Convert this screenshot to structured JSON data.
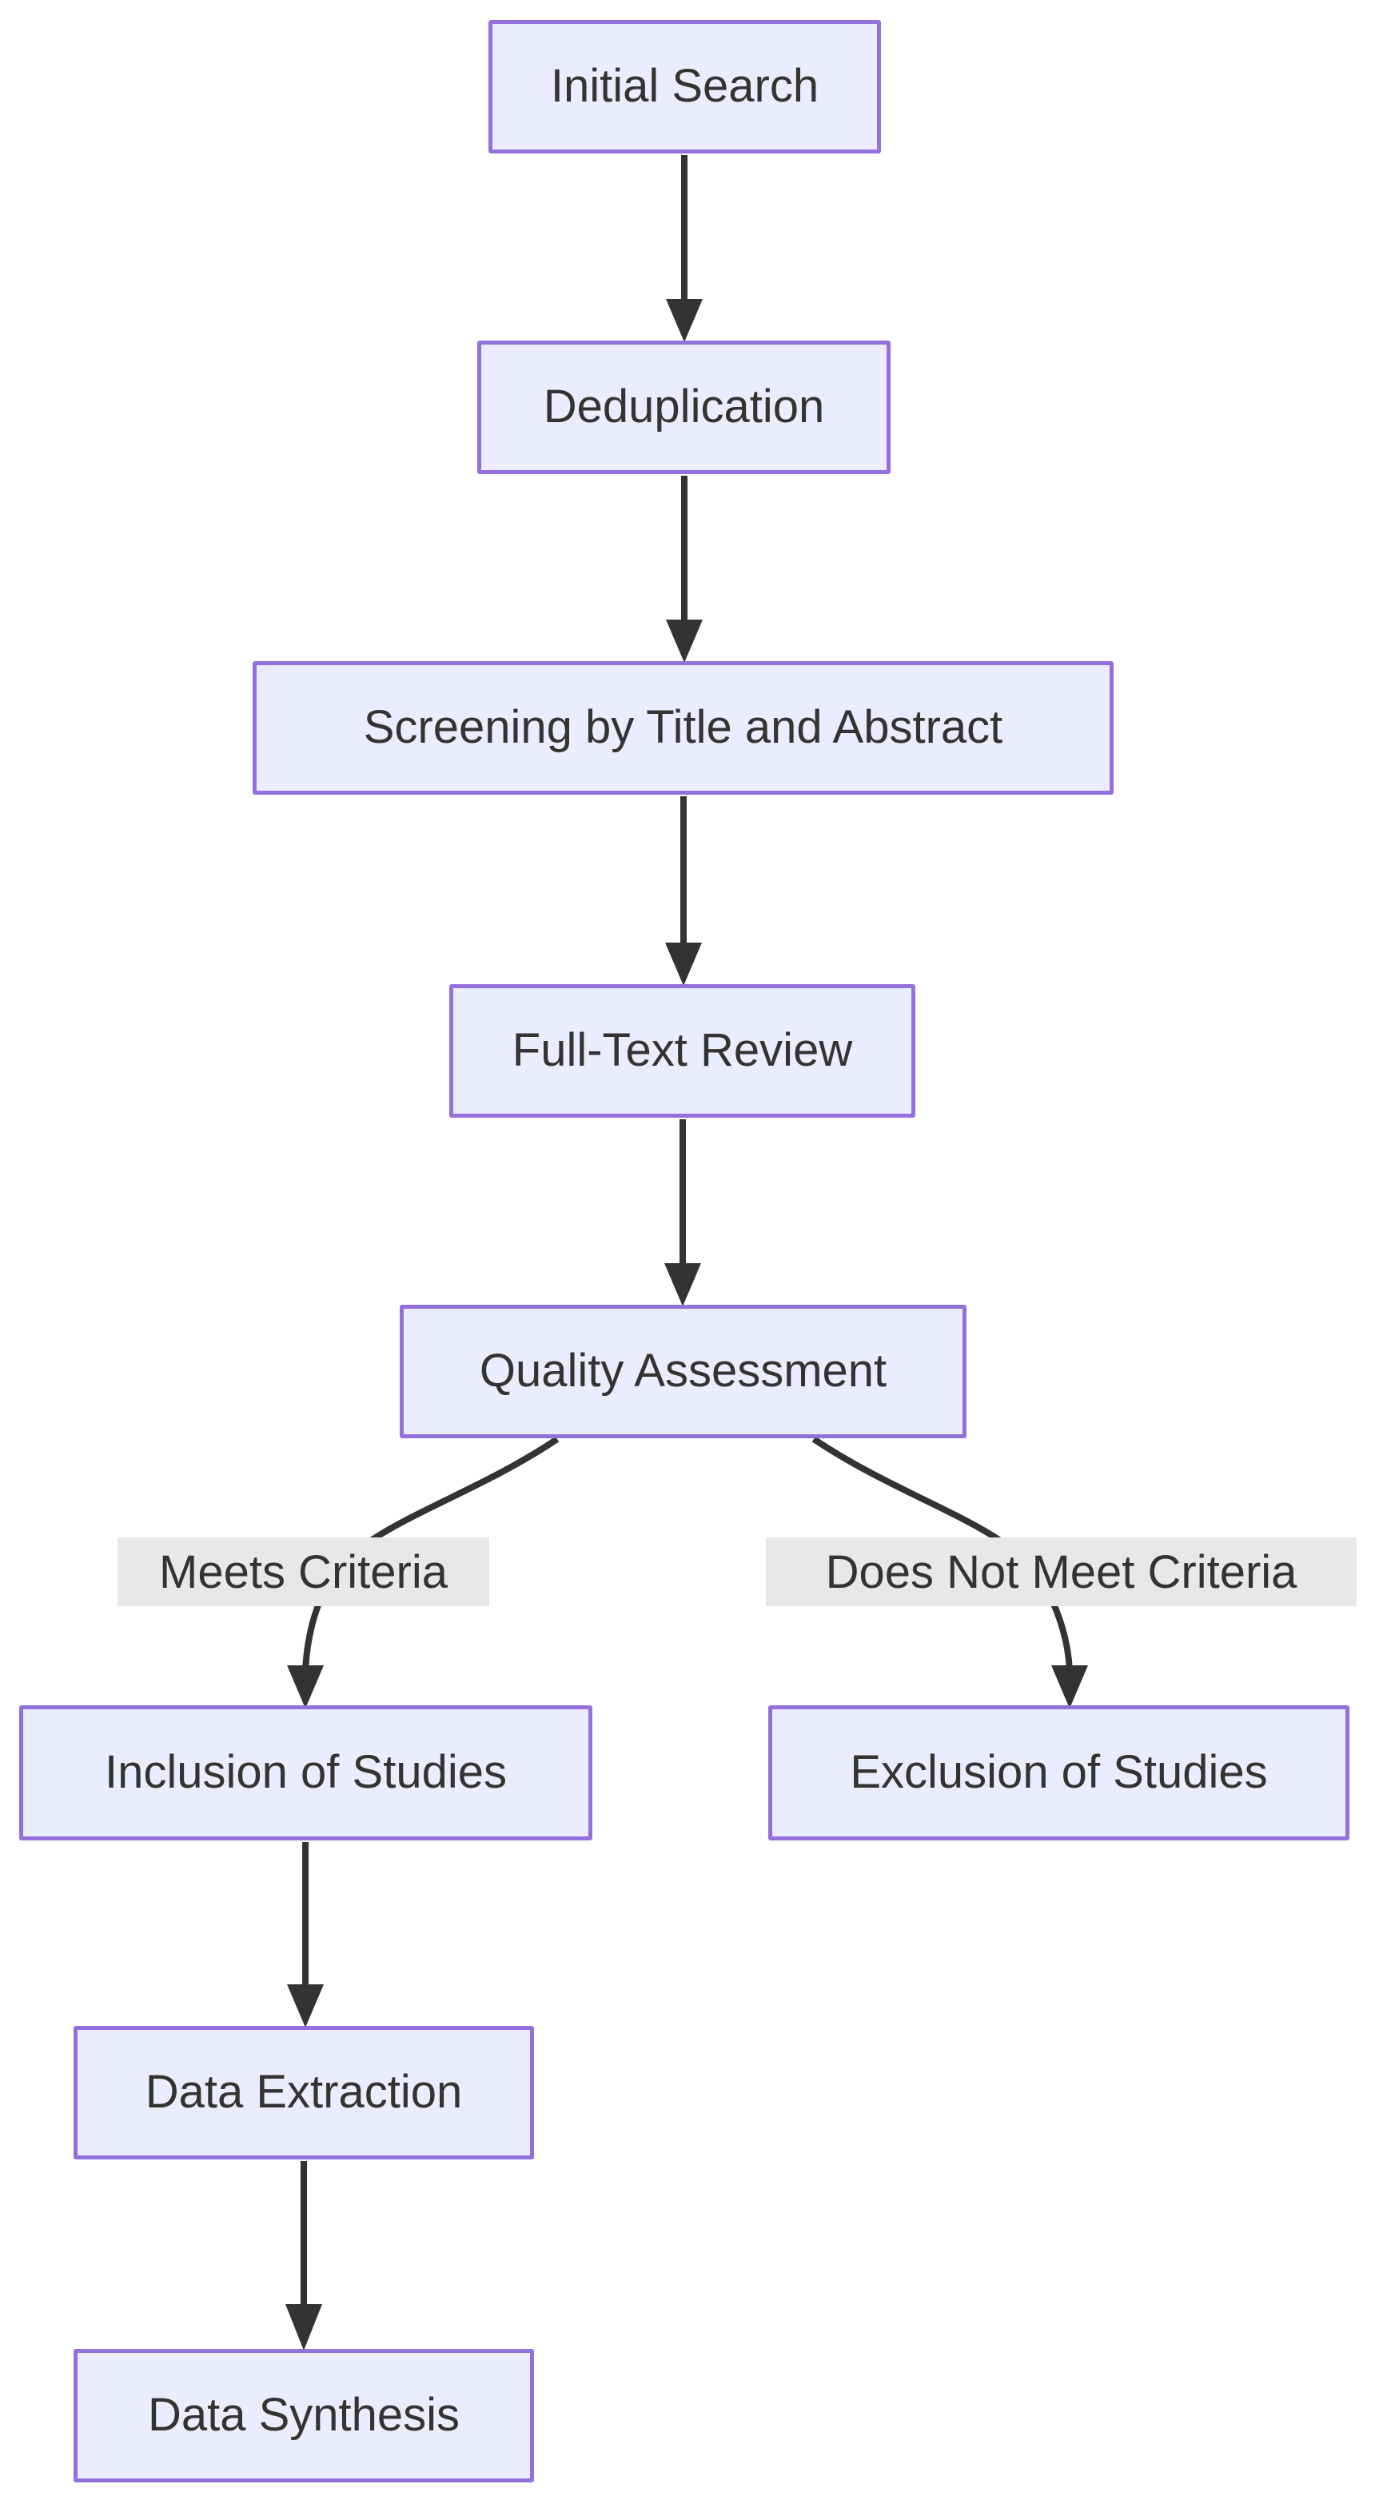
{
  "diagram": {
    "type": "flowchart",
    "direction": "top-down",
    "background_color": "#ffffff",
    "node_fill_color": "#ECECFF",
    "node_border_color": "#9370DB",
    "node_text_color": "#333333",
    "edge_color": "#333333",
    "edge_label_background_color": "#e8e8e8",
    "nodes": [
      {
        "id": "initial-search",
        "label": "Initial Search"
      },
      {
        "id": "deduplication",
        "label": "Deduplication"
      },
      {
        "id": "screening",
        "label": "Screening by Title and Abstract"
      },
      {
        "id": "full-text-review",
        "label": "Full-Text Review"
      },
      {
        "id": "quality-assessment",
        "label": "Quality Assessment"
      },
      {
        "id": "inclusion-of-studies",
        "label": "Inclusion of Studies"
      },
      {
        "id": "exclusion-of-studies",
        "label": "Exclusion of Studies"
      },
      {
        "id": "data-extraction",
        "label": "Data Extraction"
      },
      {
        "id": "data-synthesis",
        "label": "Data Synthesis"
      }
    ],
    "edges": [
      {
        "from": "Initial Search",
        "to": "Deduplication",
        "label": ""
      },
      {
        "from": "Deduplication",
        "to": "Screening by Title and Abstract",
        "label": ""
      },
      {
        "from": "Screening by Title and Abstract",
        "to": "Full-Text Review",
        "label": ""
      },
      {
        "from": "Full-Text Review",
        "to": "Quality Assessment",
        "label": ""
      },
      {
        "from": "Quality Assessment",
        "to": "Inclusion of Studies",
        "label": "Meets Criteria"
      },
      {
        "from": "Quality Assessment",
        "to": "Exclusion of Studies",
        "label": "Does Not Meet Criteria"
      },
      {
        "from": "Inclusion of Studies",
        "to": "Data Extraction",
        "label": ""
      },
      {
        "from": "Data Extraction",
        "to": "Data Synthesis",
        "label": ""
      }
    ]
  }
}
